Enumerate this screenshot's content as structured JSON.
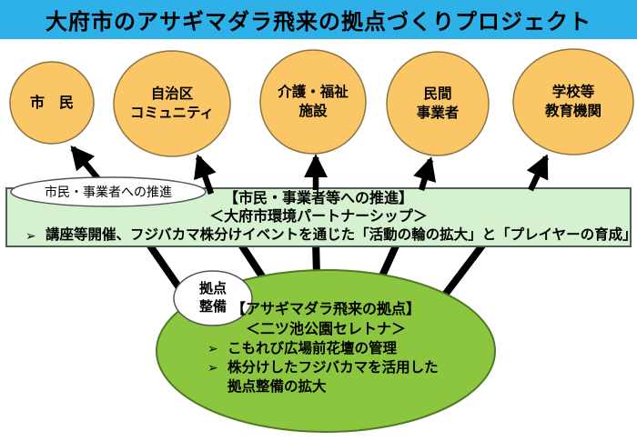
{
  "title": "大府市のアサギマダラ飛来の拠点づくりプロジェクト",
  "actors": [
    {
      "label": "市　民"
    },
    {
      "label": "自治区\nコミュニティ"
    },
    {
      "label": "介護・福祉\n施設"
    },
    {
      "label": "民間\n事業者"
    },
    {
      "label": "学校等\n教育機関"
    }
  ],
  "promotion_tag": "市民・事業者への推進",
  "promotion_box": {
    "heading": "【市民・事業者等への推進】",
    "subheading": "＜大府市環境パートナーシップ＞",
    "bullet_marker": "➢",
    "bullet": "講座等開催、フジバカマ株分けイベントを通じた「活動の輪の拡大」と「プレイヤーの育成」"
  },
  "base_tag": "拠点\n整備",
  "base_area": {
    "heading": "【アサギマダラ飛来の拠点】",
    "subheading": "＜二ツ池公園セレトナ＞",
    "bullet_marker": "➢",
    "bullets": [
      "こもれび広場前花壇の管理",
      "株分けしたフジバカマを活用した拠点整備の拡大"
    ]
  },
  "colors": {
    "title_bg": "#2EB1E8",
    "actor_fill": "#FAC666",
    "actor_stroke": "#8B7444",
    "promotion_box_fill": "#D5F1D0",
    "promotion_box_stroke": "#4D5E55",
    "base_ellipse_fill": "#8CC63F",
    "base_ellipse_stroke": "#4E7A23",
    "arrow": "#000000",
    "text": "#000000"
  }
}
